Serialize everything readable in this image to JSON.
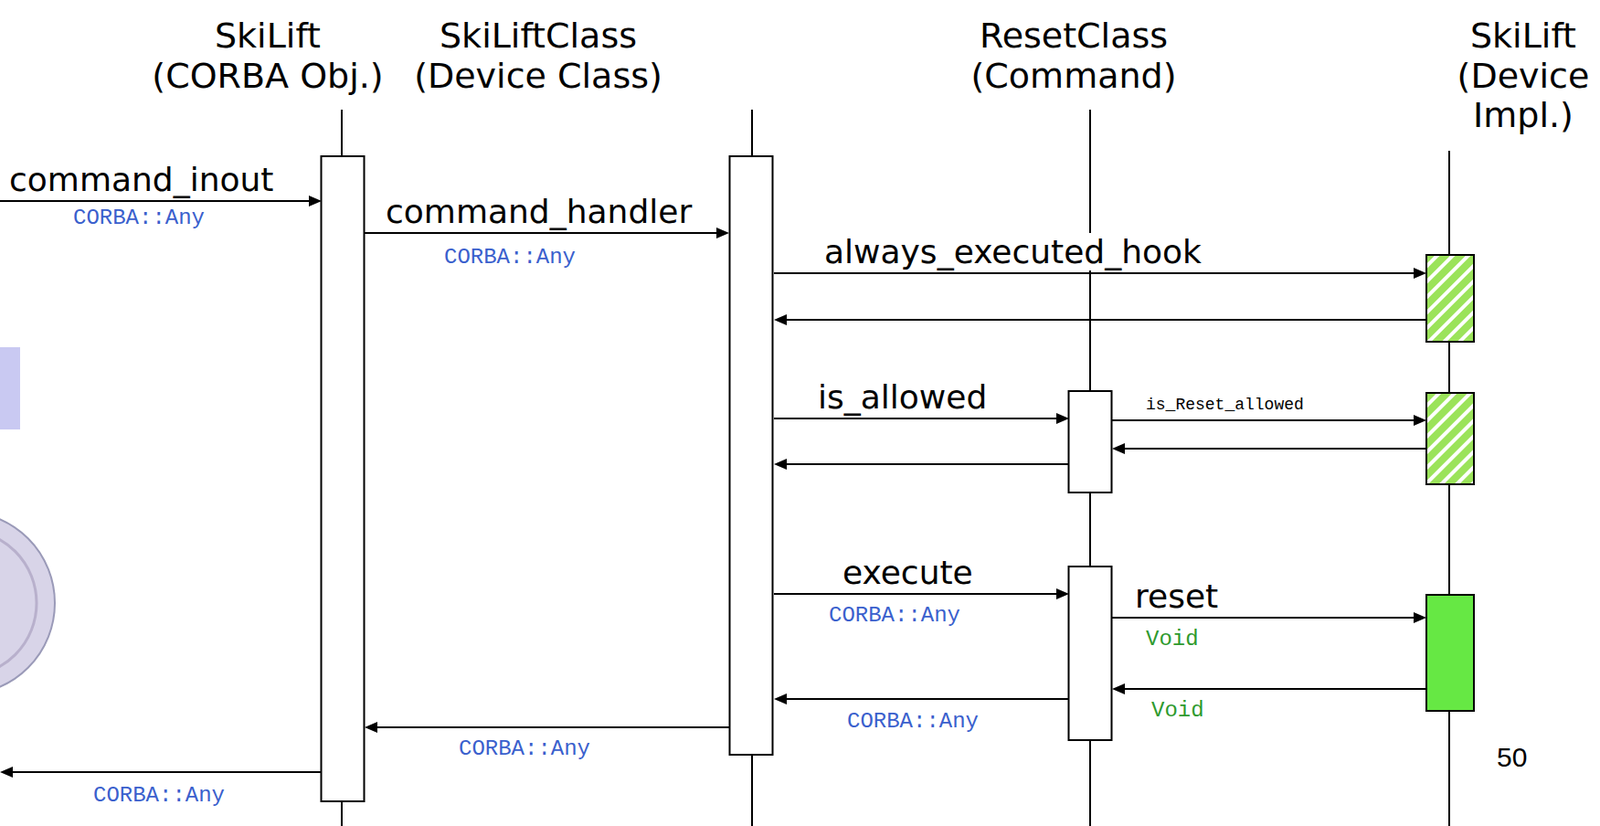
{
  "diagram": {
    "nodes": [
      {
        "text": [
          "SkiLift (CORBA Obj.)"
        ]
      },
      {
        "text": [
          "SkiLiftClass (Device Class)"
        ]
      },
      {
        "text": [
          "ResetClass (Command)"
        ]
      },
      {
        "text": [
          "SkiLift (Device Impl.)"
        ]
      }
    ],
    "labels": [
      "command_inout",
      "CORBA::Any",
      "command_handler",
      "CORBA::Any",
      "always_executed_hook",
      "is_allowed",
      "is_Reset_allowed",
      "execute",
      "CORBA::Any",
      "reset",
      "Void",
      "Void",
      "CORBA::Any",
      "CORBA::Any",
      "CORBA::Any",
      "50"
    ]
  }
}
